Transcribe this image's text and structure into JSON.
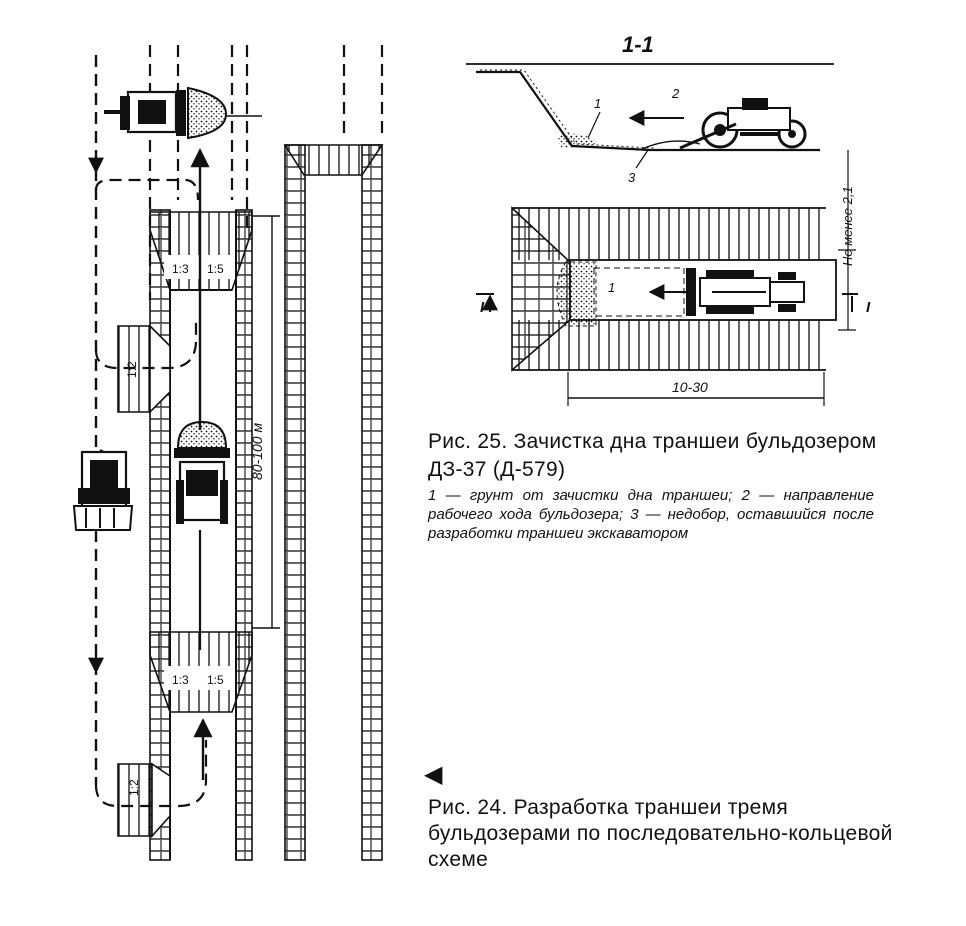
{
  "fig24": {
    "marker": "◀",
    "caption": "Рис. 24.  Разработка траншеи тремя бульдозерами по последовательно-кольцевой схеме",
    "slope_labels": [
      "1:3",
      "1:5",
      "1:2",
      "1:3",
      "1:5",
      "1:2"
    ],
    "length_label": "80-100 м"
  },
  "fig25": {
    "section_label": "1-1",
    "caption_title": "Рис. 25. Зачистка дна траншеи бульдозером ДЗ-37 (Д-579)",
    "legend": "1 — грунт от зачистки дна траншеи; 2 — направление рабочего хода бульдозера; 3 — недобор, оставшийся после разработки траншеи экскаватором",
    "callouts": [
      "1",
      "2",
      "3",
      "1"
    ],
    "width_label": "Не менее 2,1",
    "span_label": "10-30",
    "cut_marks": [
      "I",
      "I"
    ]
  }
}
